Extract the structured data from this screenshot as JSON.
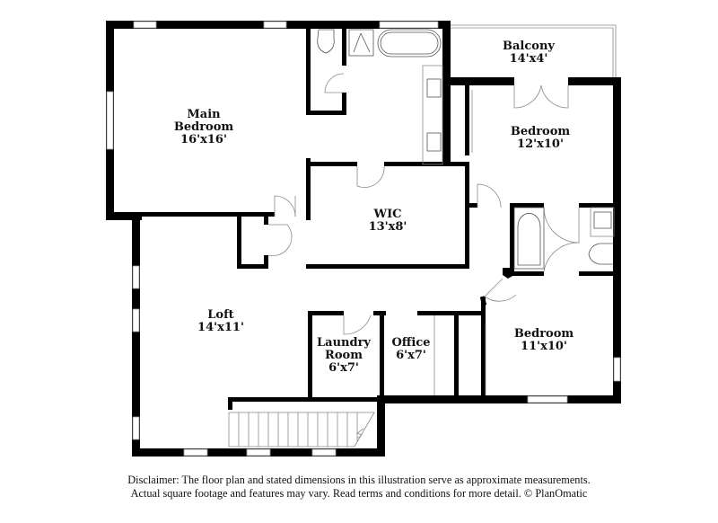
{
  "floor_plan": {
    "rooms": [
      {
        "id": "main-bedroom",
        "name_lines": [
          "Main",
          "Bedroom"
        ],
        "dimensions": "16'x16'"
      },
      {
        "id": "balcony",
        "name_lines": [
          "Balcony"
        ],
        "dimensions": "14'x4'"
      },
      {
        "id": "bedroom-1",
        "name_lines": [
          "Bedroom"
        ],
        "dimensions": "12'x10'"
      },
      {
        "id": "wic",
        "name_lines": [
          "WIC"
        ],
        "dimensions": "13'x8'"
      },
      {
        "id": "loft",
        "name_lines": [
          "Loft"
        ],
        "dimensions": "14'x11'"
      },
      {
        "id": "laundry-room",
        "name_lines": [
          "Laundry",
          "Room"
        ],
        "dimensions": "6'x7'"
      },
      {
        "id": "office",
        "name_lines": [
          "Office"
        ],
        "dimensions": "6'x7'"
      },
      {
        "id": "bedroom-2",
        "name_lines": [
          "Bedroom"
        ],
        "dimensions": "11'x10'"
      }
    ]
  },
  "disclaimer": {
    "line1": "Disclaimer: The floor plan and stated dimensions in this illustration serve as approximate measurements.",
    "line2": "Actual square footage and features may vary. Read terms and conditions for more detail. © PlanOmatic"
  }
}
